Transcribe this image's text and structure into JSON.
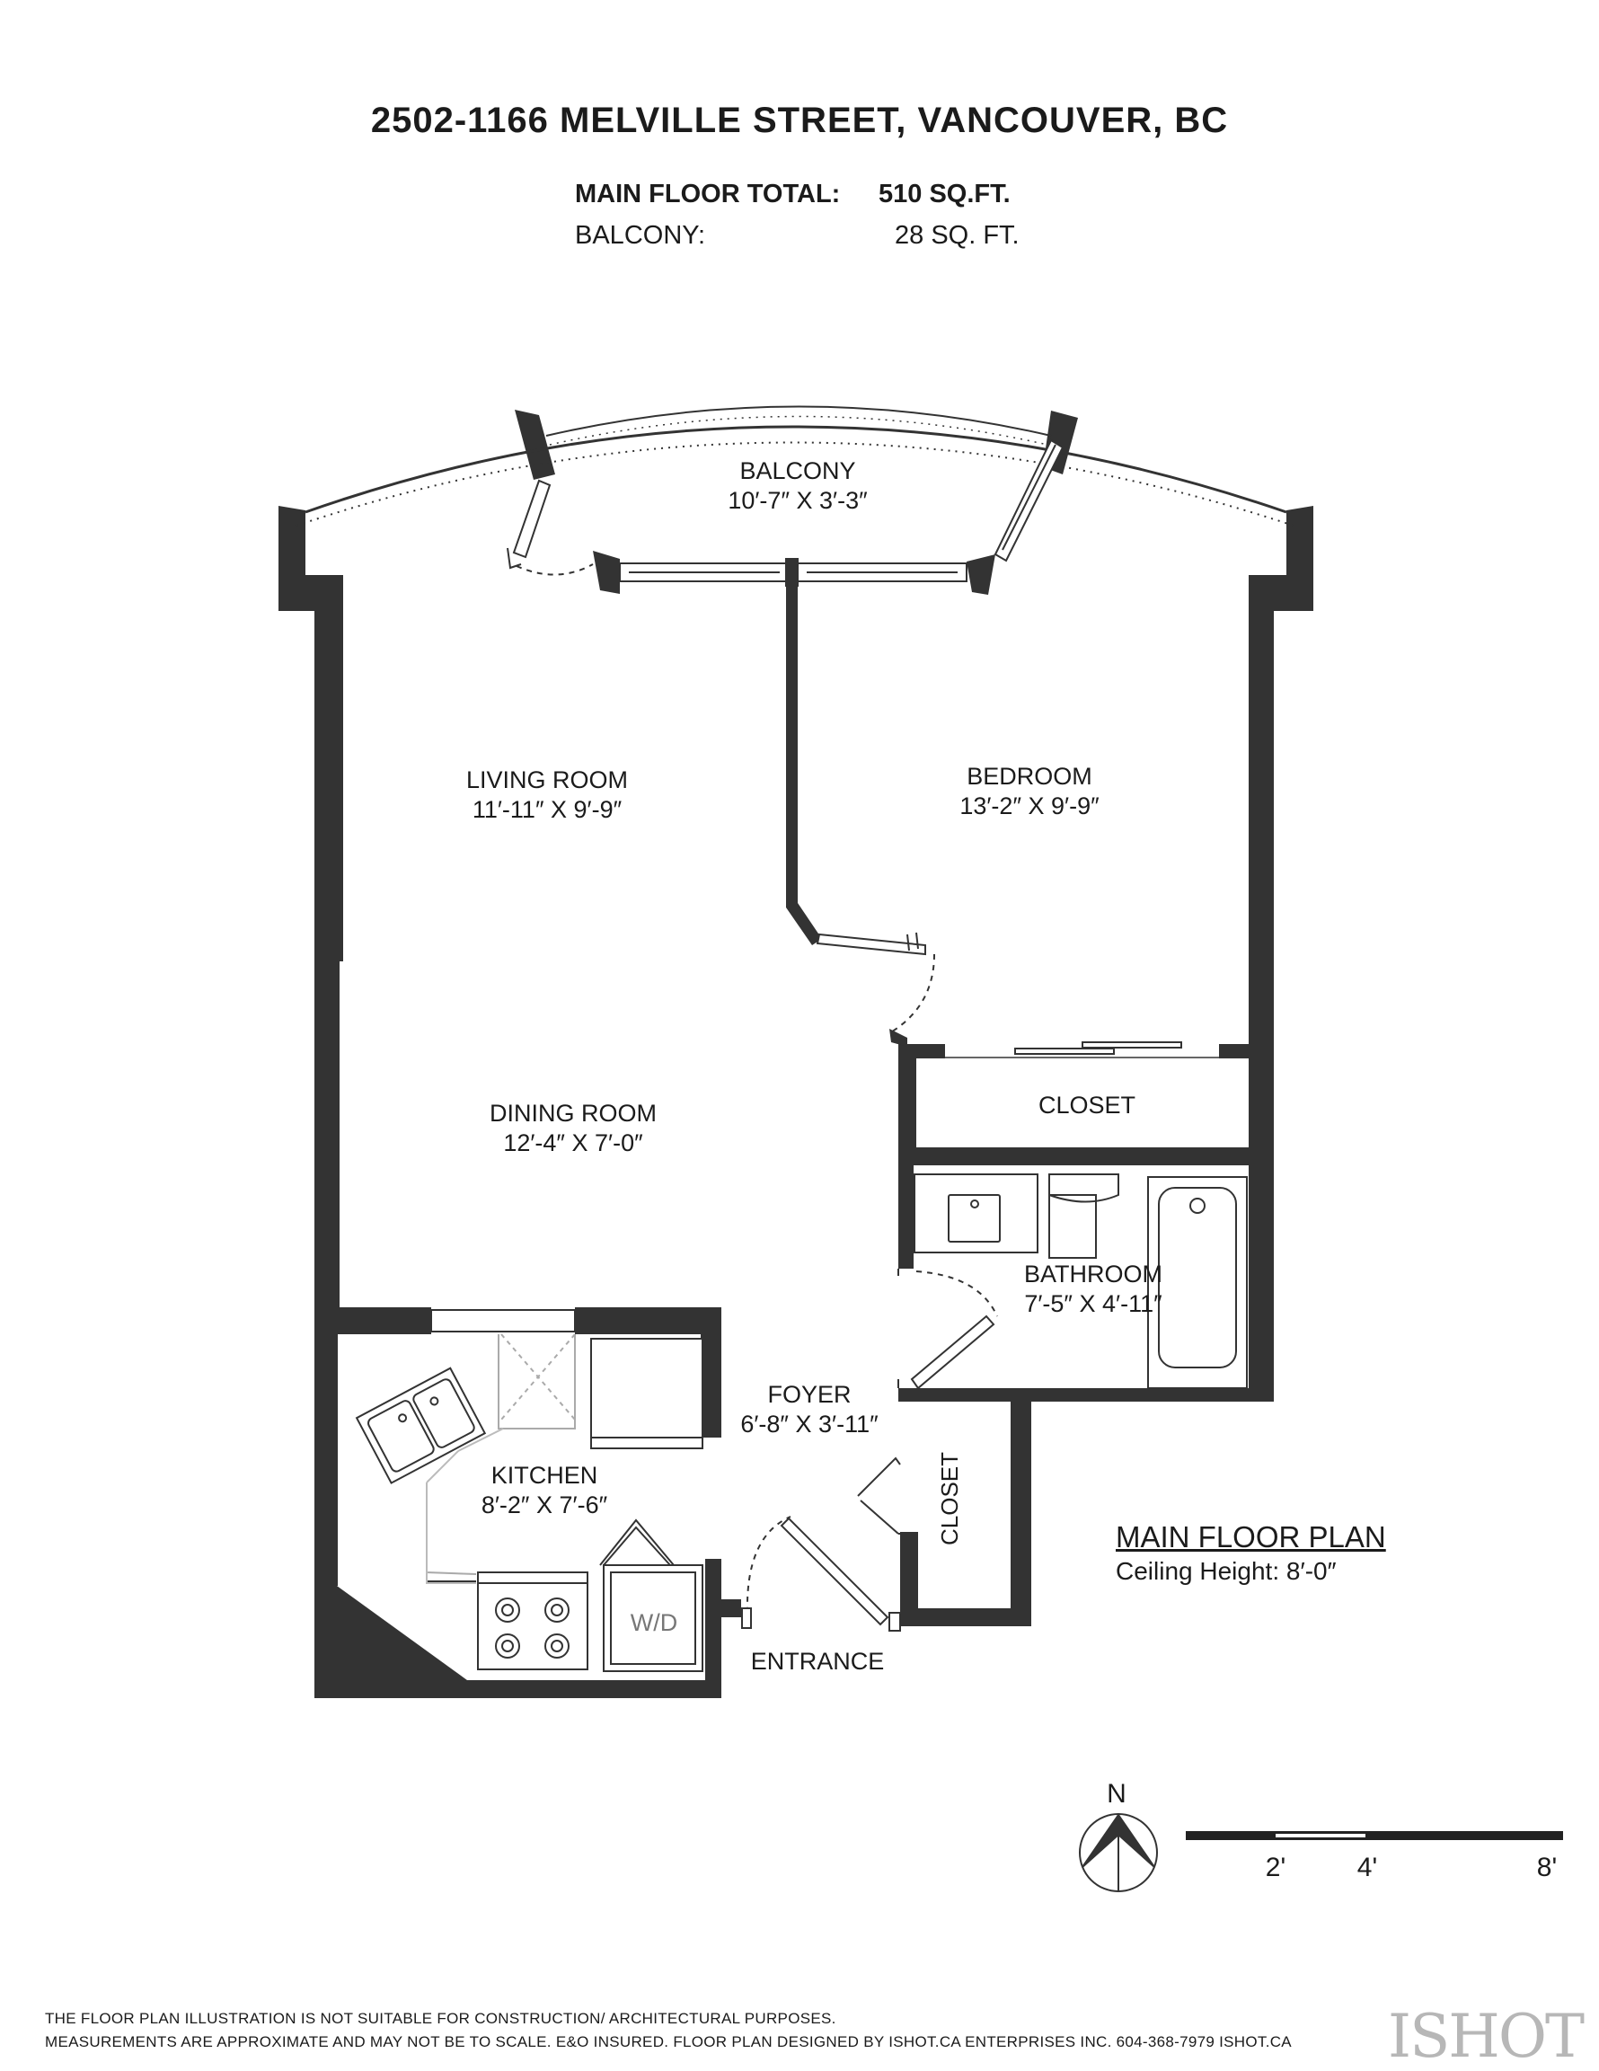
{
  "header": {
    "address": "2502-1166 MELVILLE STREET, VANCOUVER, BC",
    "areas": [
      {
        "label": "MAIN FLOOR TOTAL:",
        "value": "510 SQ.FT."
      },
      {
        "label": "BALCONY:",
        "value": "28 SQ. FT."
      }
    ]
  },
  "rooms": {
    "balcony": {
      "name": "BALCONY",
      "size": "10′-7″ X 3′-3″"
    },
    "living": {
      "name": "LIVING ROOM",
      "size": "11′-11″ X 9′-9″"
    },
    "bedroom": {
      "name": "BEDROOM",
      "size": "13′-2″ X 9′-9″"
    },
    "dining": {
      "name": "DINING ROOM",
      "size": "12′-4″ X 7′-0″"
    },
    "closet_bed": {
      "name": "CLOSET"
    },
    "bathroom": {
      "name": "BATHROOM",
      "size": "7′-5″ X 4′-11″"
    },
    "foyer": {
      "name": "FOYER",
      "size": "6′-8″ X 3′-11″"
    },
    "kitchen": {
      "name": "KITCHEN",
      "size": "8′-2″ X 7′-6″"
    },
    "closet_foyer": {
      "name": "CLOSET"
    },
    "wd": {
      "name": "W/D"
    },
    "entrance": {
      "name": "ENTRANCE"
    }
  },
  "plan_info": {
    "title": "MAIN FLOOR PLAN",
    "ceiling": "Ceiling Height: 8′-0″"
  },
  "compass": {
    "label": "N"
  },
  "scale": {
    "labels": [
      "2'",
      "4'",
      "8'"
    ]
  },
  "footer": {
    "line1": "THE FLOOR PLAN ILLUSTRATION IS NOT SUITABLE FOR CONSTRUCTION/ ARCHITECTURAL PURPOSES.",
    "line2": "MEASUREMENTS ARE APPROXIMATE AND MAY NOT BE TO SCALE. E&O INSURED. FLOOR PLAN DESIGNED BY ISHOT.CA ENTERPRISES INC. 604-368-7979  ISHOT.CA"
  },
  "logo": {
    "text": "ISHOT"
  },
  "colors": {
    "wall": "#333333",
    "text": "#1b1b1b",
    "logo": "#b7b7b7"
  }
}
